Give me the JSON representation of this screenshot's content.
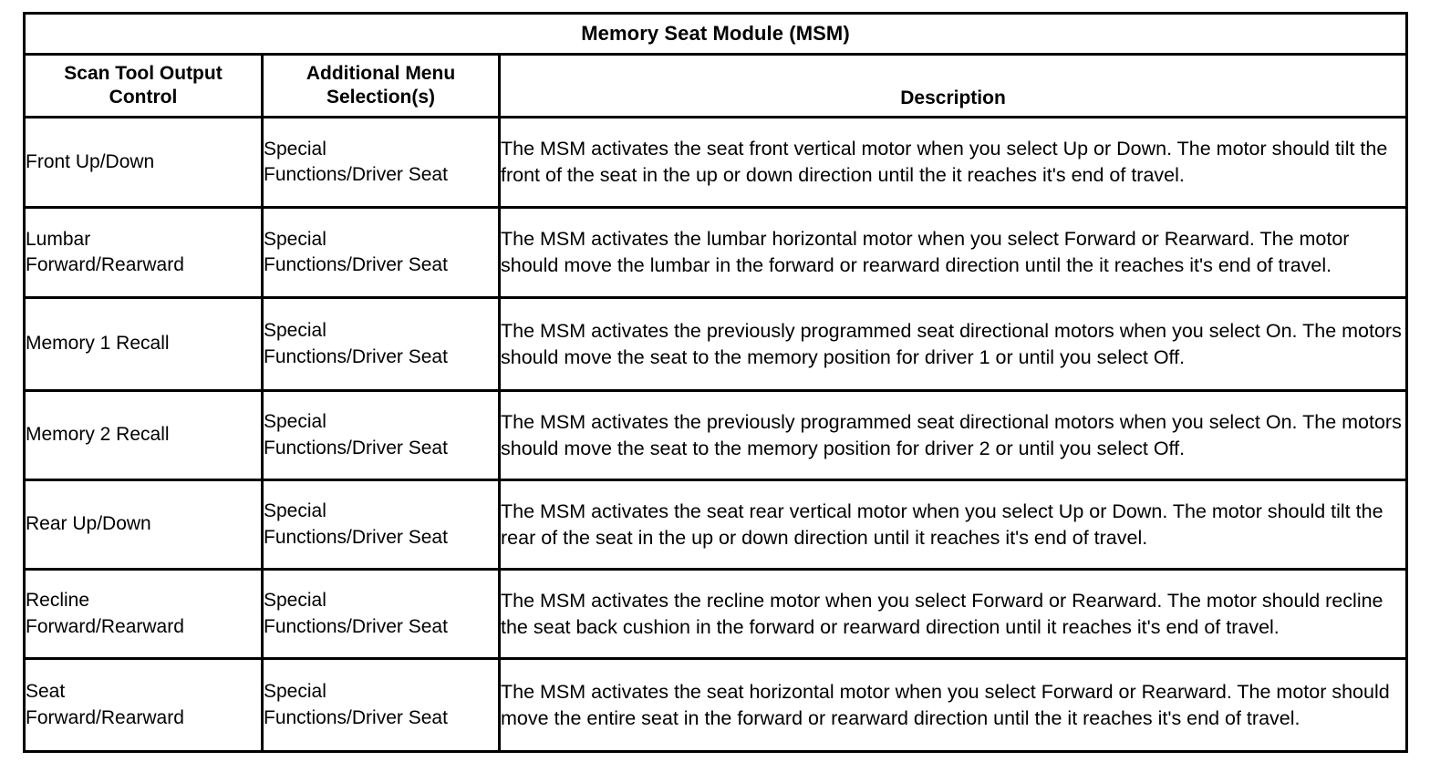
{
  "table": {
    "title": "Memory Seat Module (MSM)",
    "headers": {
      "col1": "Scan Tool Output\nControl",
      "col2": "Additional Menu\nSelection(s)",
      "col3": "Description"
    },
    "rows": [
      {
        "control": "Front Up/Down",
        "menu": "Special\nFunctions/Driver Seat",
        "description": "The MSM activates the seat front vertical motor when you select Up or Down. The motor should tilt the front of the seat in the up or down direction until the it reaches it's end of travel."
      },
      {
        "control": "Lumbar\nForward/Rearward",
        "menu": "Special\nFunctions/Driver Seat",
        "description": "The MSM activates the lumbar horizontal motor when you select Forward or Rearward. The motor should move the lumbar in the forward or rearward direction until the it reaches it's end of travel."
      },
      {
        "control": "Memory 1 Recall",
        "menu": "Special\nFunctions/Driver Seat",
        "description": "The MSM activates the previously programmed seat directional motors when you select On. The motors should move the seat to the memory position for driver 1 or until you select Off."
      },
      {
        "control": "Memory 2 Recall",
        "menu": "Special\nFunctions/Driver Seat",
        "description": "The MSM activates the previously programmed seat directional motors when you select On. The motors should move the seat to the memory position for driver 2 or until you select Off."
      },
      {
        "control": "Rear Up/Down",
        "menu": "Special\nFunctions/Driver Seat",
        "description": "The MSM activates the seat rear vertical motor when you select Up or Down. The motor should tilt the rear of the seat in the up or down direction until it reaches it's end of travel."
      },
      {
        "control": "Recline\nForward/Rearward",
        "menu": "Special\nFunctions/Driver Seat",
        "description": "The MSM activates the recline motor when you select Forward or Rearward. The motor should recline the seat back cushion in the forward or rearward direction until it reaches it's end of travel."
      },
      {
        "control": "Seat\nForward/Rearward",
        "menu": "Special\nFunctions/Driver Seat",
        "description": "The MSM activates the seat horizontal motor when you select Forward or Rearward. The motor should move the entire seat in the forward or rearward direction until the it reaches it's end of travel."
      }
    ]
  },
  "colors": {
    "border": "#000000",
    "text": "#000000",
    "background": "#ffffff"
  }
}
